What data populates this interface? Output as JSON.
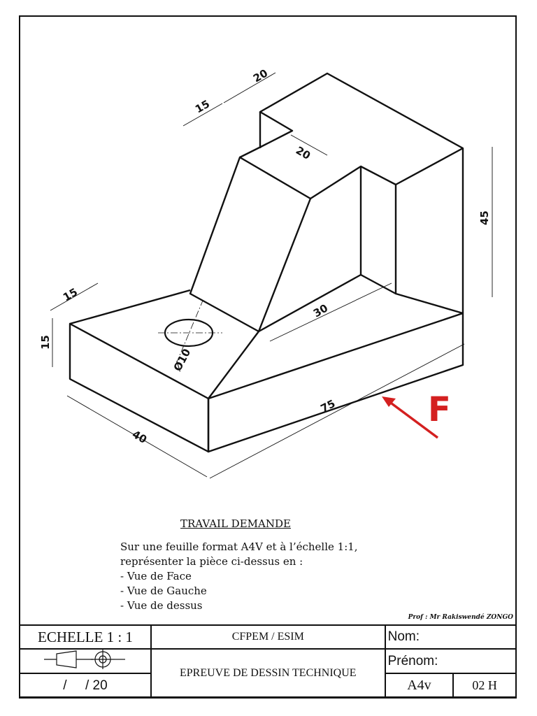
{
  "drawing": {
    "dimensions": [
      "20",
      "15",
      "20",
      "45",
      "15",
      "15",
      "30",
      "Ø10",
      "75",
      "40"
    ],
    "view_arrow_label": "F",
    "arrow_color": "#d42020"
  },
  "travail": {
    "title": "TRAVAIL DEMANDE",
    "lines": [
      "Sur une feuille format A4V et à l’échelle 1:1,",
      "représenter la pièce ci-dessus en :",
      "- Vue de Face",
      "- Vue de Gauche",
      "- Vue de dessus"
    ]
  },
  "author": "Prof : Mr Rakiswendé ZONGO",
  "cartouche": {
    "echelle": "ECHELLE 1 : 1",
    "school": "CFPEM / ESIM",
    "nom_label": "Nom:",
    "prenom_label": "Prénom:",
    "epreuve": "EPREUVE DE DESSIN TECHNIQUE",
    "note": "/     / 20",
    "format": "A4v",
    "duree": "02 H"
  }
}
